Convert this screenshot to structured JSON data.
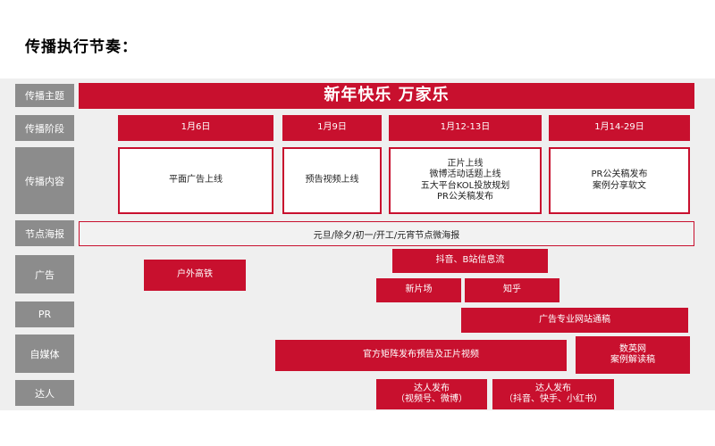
{
  "title": "传播执行节奏：",
  "colors": {
    "accent": "#c8102e",
    "label_bg": "#8c8c8c",
    "board_bg": "#efefef"
  },
  "row_labels": {
    "theme": "传播主题",
    "phase": "传播阶段",
    "content": "传播内容",
    "poster": "节点海报",
    "ads": "广告",
    "pr": "PR",
    "self_media": "自媒体",
    "kol": "达人"
  },
  "theme": "新年快乐 万家乐",
  "phases": [
    "1月6日",
    "1月9日",
    "1月12-13日",
    "1月14-29日"
  ],
  "contents": [
    "平面广告上线",
    "预告视频上线",
    "正片上线\n微博活动话题上线\n五大平台KOL投放规划\nPR公关稿发布",
    "PR公关稿发布\n案例分享软文"
  ],
  "poster": "元旦/除夕/初一/开工/元宵节点微海报",
  "ads": {
    "outdoor": "户外高铁",
    "douyin": "抖音、B站信息流",
    "xinpianchang": "新片场",
    "zhihu": "知乎"
  },
  "pr": "广告专业网站通稿",
  "self_media": {
    "official": "官方矩阵发布预告及正片视频",
    "shuying": "数英网\n案例解读稿"
  },
  "kol": {
    "group1": "达人发布\n（视频号、微博）",
    "group2": "达人发布\n（抖音、快手、小红书）"
  }
}
